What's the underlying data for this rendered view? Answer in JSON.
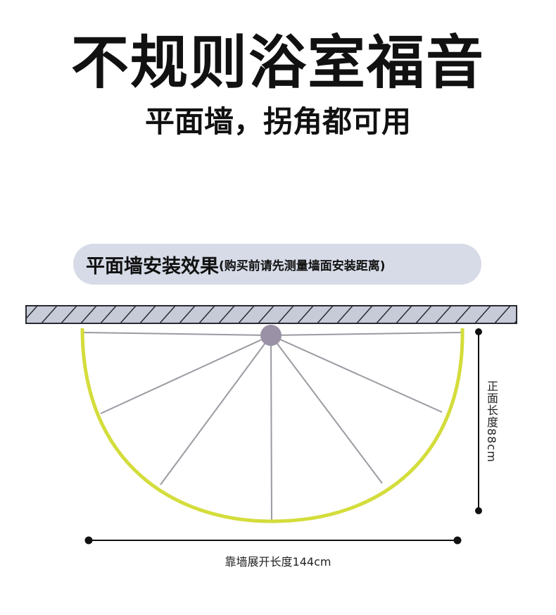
{
  "title": "不规则浴室福音",
  "subtitle": "平面墙，拐角都可用",
  "section": {
    "label_main": "平面墙安装效果",
    "label_note": "(购买前请先测量墙面安装距离)"
  },
  "diagram": {
    "depth_label": "正面长度88cm",
    "width_label": "靠墙展开长度144cm"
  },
  "colors": {
    "wall_fill": "#c7cbd8",
    "curtain": "#d4dd3b",
    "hub": "#9a91a6",
    "spokes": "#9a9aa2",
    "pill_bg": "#d6dbe7"
  }
}
